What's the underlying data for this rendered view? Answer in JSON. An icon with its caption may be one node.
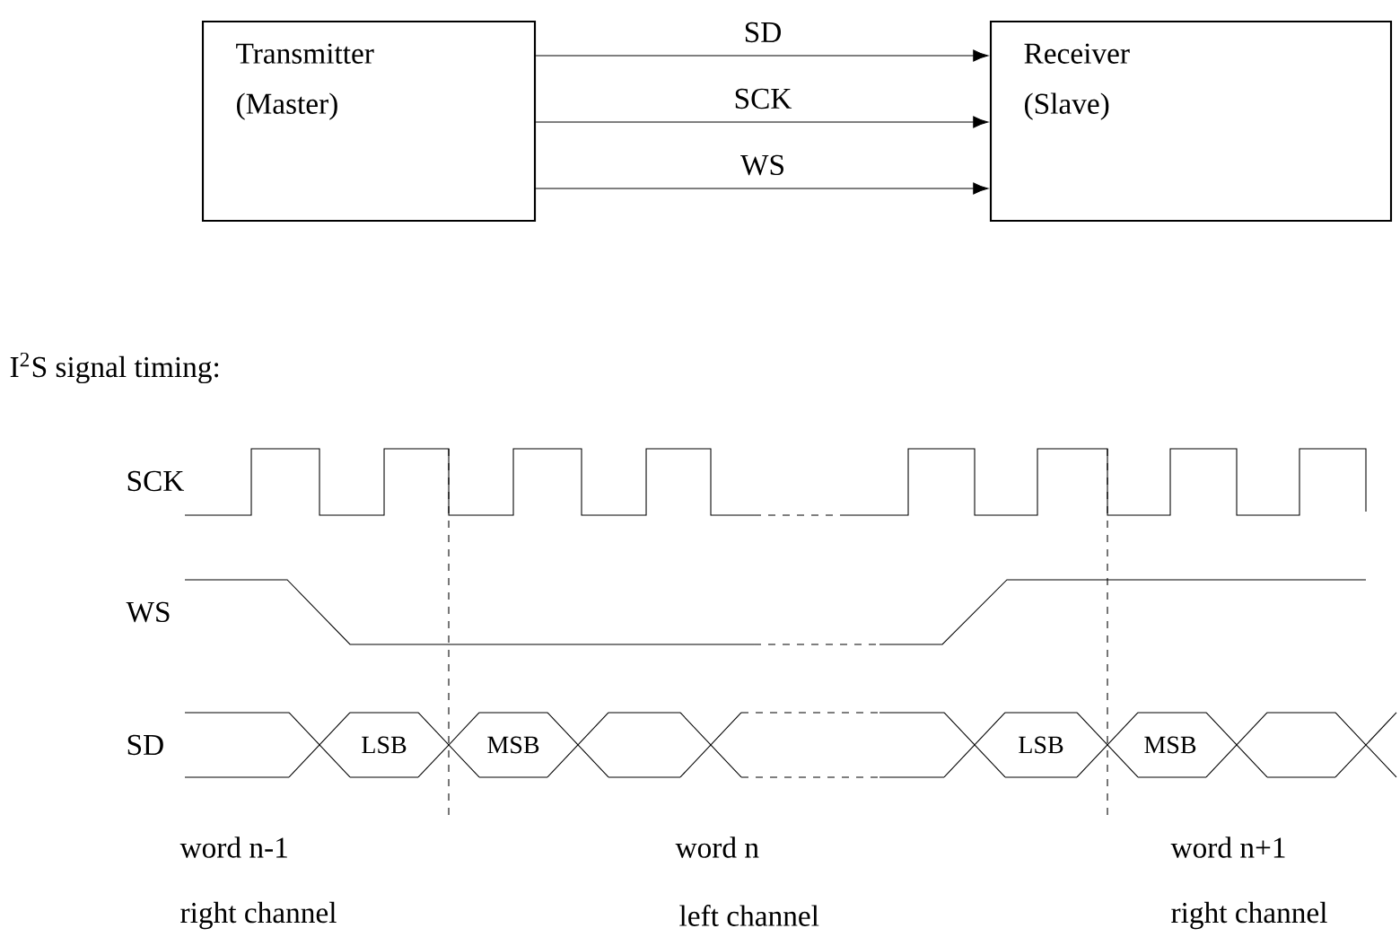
{
  "diagram": {
    "title": "I$^{2}$S signal timing:",
    "nodes": [
      {
        "text": [
          "Transmitter",
          "(Master)"
        ]
      },
      {
        "text": [
          "Receiver",
          "(Slave)"
        ]
      }
    ],
    "edges": [
      {
        "from": 0,
        "to": 1,
        "arrow": "to",
        "label": "SD"
      },
      {
        "from": 0,
        "to": 1,
        "arrow": "to",
        "label": "SCK"
      },
      {
        "from": 0,
        "to": 1,
        "arrow": "to",
        "label": "WS"
      }
    ],
    "labels": [
      "SCK",
      "WS",
      "SD",
      "LSB",
      "MSB",
      "LSB",
      "MSB",
      "word n-1",
      "word n",
      "word n+1",
      "right channel",
      "left channel",
      "right channel"
    ]
  }
}
